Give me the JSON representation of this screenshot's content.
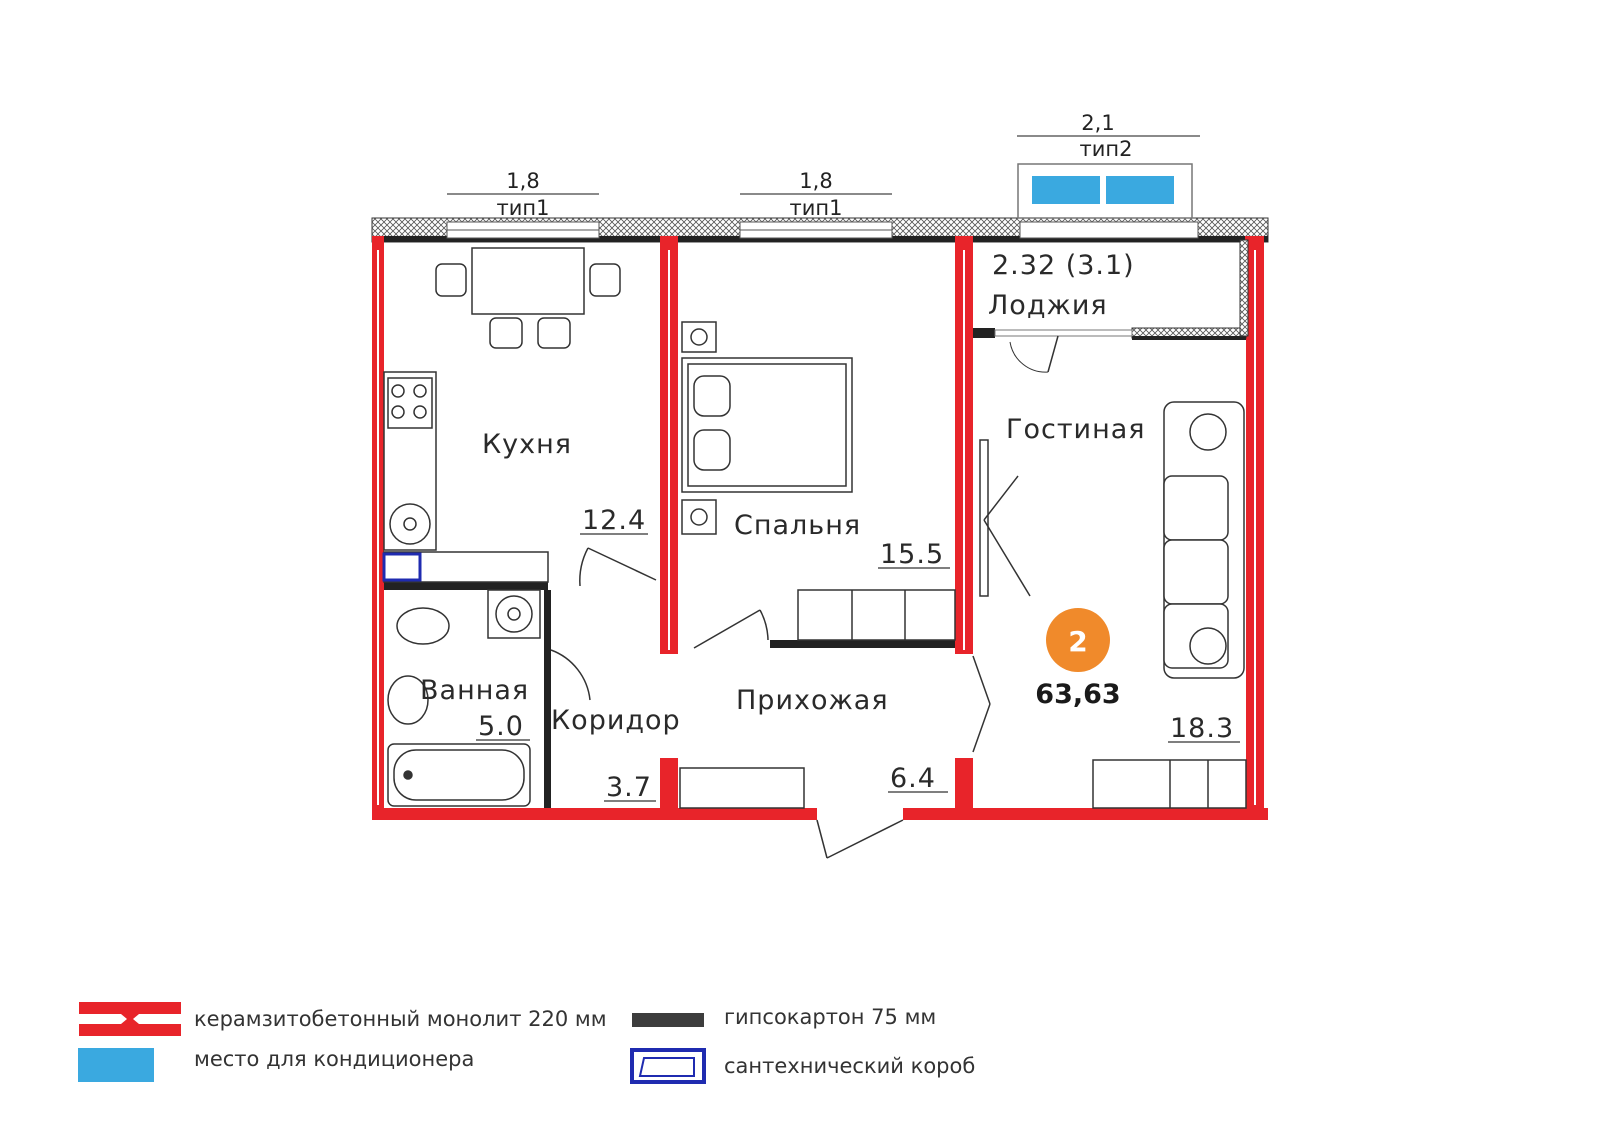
{
  "colors": {
    "monolith": "#e8242a",
    "drywall": "#3d3d3d",
    "ac": "#3aa9e0",
    "shaft": "#1f2bb0",
    "badge": "#f08a2b"
  },
  "windows": [
    {
      "size": "1,8",
      "type": "тип1"
    },
    {
      "size": "1,8",
      "type": "тип1"
    },
    {
      "size": "2,1",
      "type": "тип2"
    }
  ],
  "rooms": {
    "kitchen": {
      "name": "Кухня",
      "area": "12.4"
    },
    "bedroom": {
      "name": "Спальня",
      "area": "15.5"
    },
    "loggia": {
      "name": "Лоджия",
      "area": "2.32 (3.1)"
    },
    "living": {
      "name": "Гостиная",
      "area": "18.3"
    },
    "bathroom": {
      "name": "Ванная",
      "area": "5.0"
    },
    "corridor": {
      "name": "Коридор",
      "area": "3.7"
    },
    "hallway": {
      "name": "Прихожая",
      "area": "6.4"
    }
  },
  "apartment": {
    "rooms_badge": "2",
    "total_area": "63,63"
  },
  "legend": {
    "monolith": "керамзитобетонный монолит 220 мм",
    "ac_place": "место для кондиционера",
    "drywall": "гипсокартон 75 мм",
    "shaft": "сантехнический короб"
  }
}
